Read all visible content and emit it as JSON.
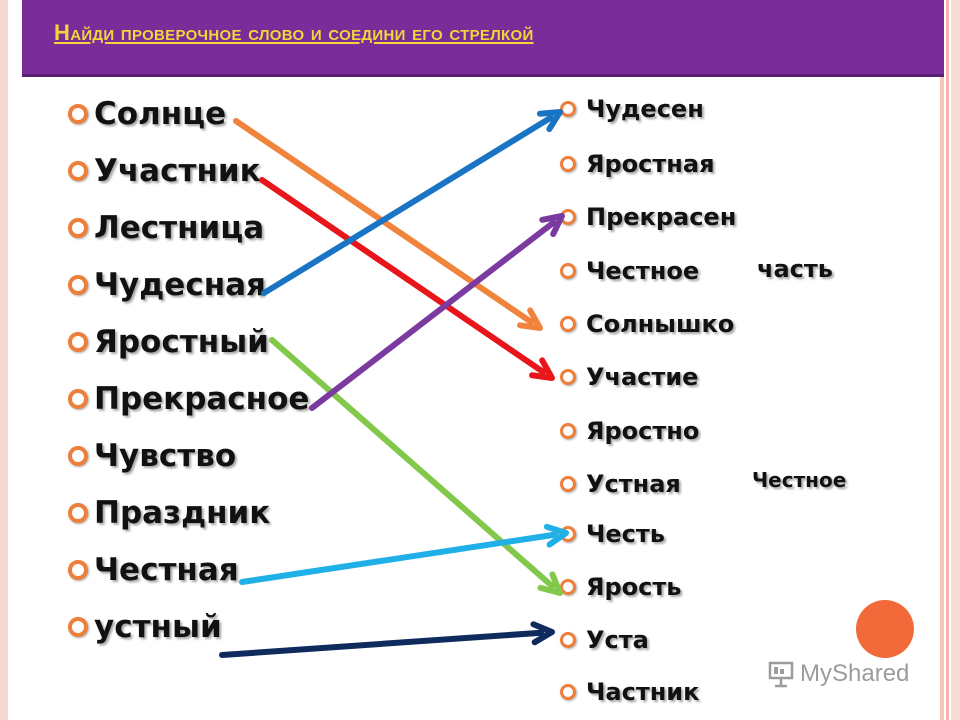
{
  "title": "Найди проверочное слово и соедини  его стрелкой",
  "left_words": [
    "Солнце",
    "Участник",
    "Лестница",
    "Чудесная",
    "Яростный",
    "Прекрасное",
    "Чувство",
    "Праздник",
    "Честная",
    "устный"
  ],
  "right_words": [
    "Чудесен",
    "Яростная",
    "Прекрасен",
    "Честное",
    "Солнышко",
    "Участие",
    "Яростно",
    "Устная",
    "Честь",
    "Ярость",
    "Уста",
    "Частник"
  ],
  "extras": {
    "chast": "часть",
    "chestnoe": "Честное"
  },
  "arrows": [
    {
      "from": "Солнце",
      "to": "Солнышко",
      "color": "#f0843c"
    },
    {
      "from": "Участник",
      "to": "Участие",
      "color": "#e8151b"
    },
    {
      "from": "Чудесная",
      "to": "Чудесен",
      "color": "#1a74c4"
    },
    {
      "from": "Яростный",
      "to": "Ярость",
      "color": "#82c84a"
    },
    {
      "from": "Прекрасное",
      "to": "Прекрасен",
      "color": "#7a3aa0"
    },
    {
      "from": "Честная",
      "to": "Честь",
      "color": "#20b0e8"
    },
    {
      "from": "устный",
      "to": "Уста",
      "color": "#0f2a5c"
    }
  ],
  "colors": {
    "title_bg": "#7a2c99",
    "title_text": "#f0d63a",
    "bullet": "#ee7f3b",
    "accent_circle": "#f26a3a"
  },
  "watermark": {
    "text": "MyShared"
  }
}
